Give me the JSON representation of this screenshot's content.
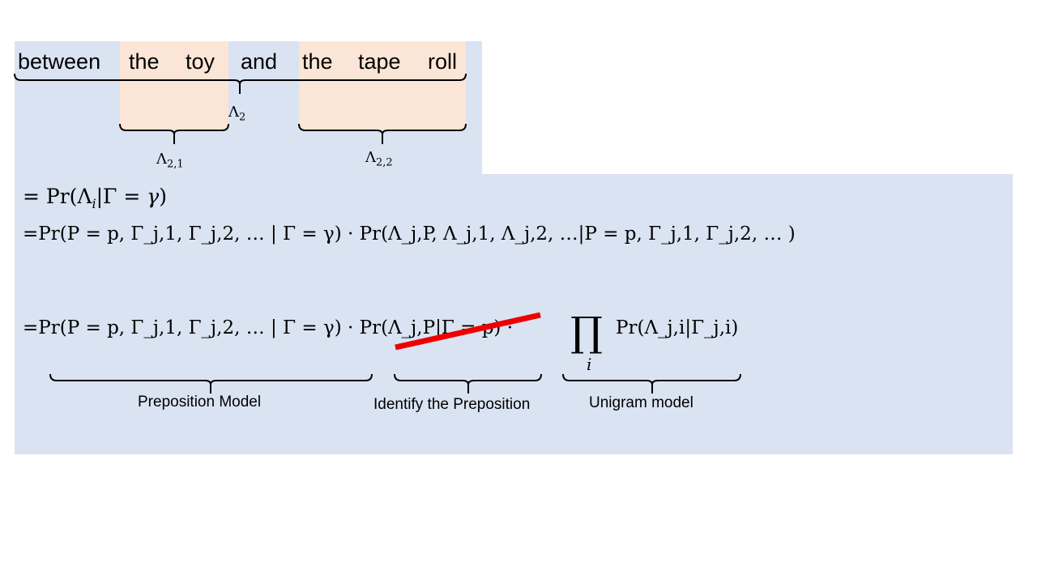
{
  "phrase": {
    "words": [
      "between",
      "the",
      "toy",
      "and",
      "the",
      "tape",
      "roll"
    ]
  },
  "labels": {
    "lambda2": "Λ",
    "lambda2_sub": "2",
    "lambda21": "Λ",
    "lambda21_sub": "2,1",
    "lambda22": "Λ",
    "lambda22_sub": "2,2"
  },
  "equations": {
    "line1": "= Pr(Λ",
    "line1_sub": "i",
    "line1_rest": "|Γ = ",
    "line1_gamma": "γ",
    "line1_end": ")",
    "line2": "=Pr(P  =  p, Γ_j,1, Γ_j,2, … | Γ  = γ) · Pr(Λ_j,P, Λ_j,1, Λ_j,2, …|P  =  p, Γ_j,1, Γ_j,2, … )",
    "line3a": "=Pr(P  =  p, Γ_j,1, Γ_j,2, … | Γ  = γ) · ",
    "line3b": "Pr(Λ_j,P|Γ = p)",
    "line3c": " · ",
    "line3_prod": "∏",
    "line3_prod_sub": "i",
    "line3d": "Pr(Λ_j,i|Γ_j,i)"
  },
  "annotations": {
    "preposition_model": "Preposition Model",
    "identify_preposition": "Identify the Preposition",
    "unigram_model": "Unigram model"
  },
  "colors": {
    "background_block": "#dae3f2",
    "highlight": "#fbe5d6",
    "strike": "#ee0000"
  }
}
